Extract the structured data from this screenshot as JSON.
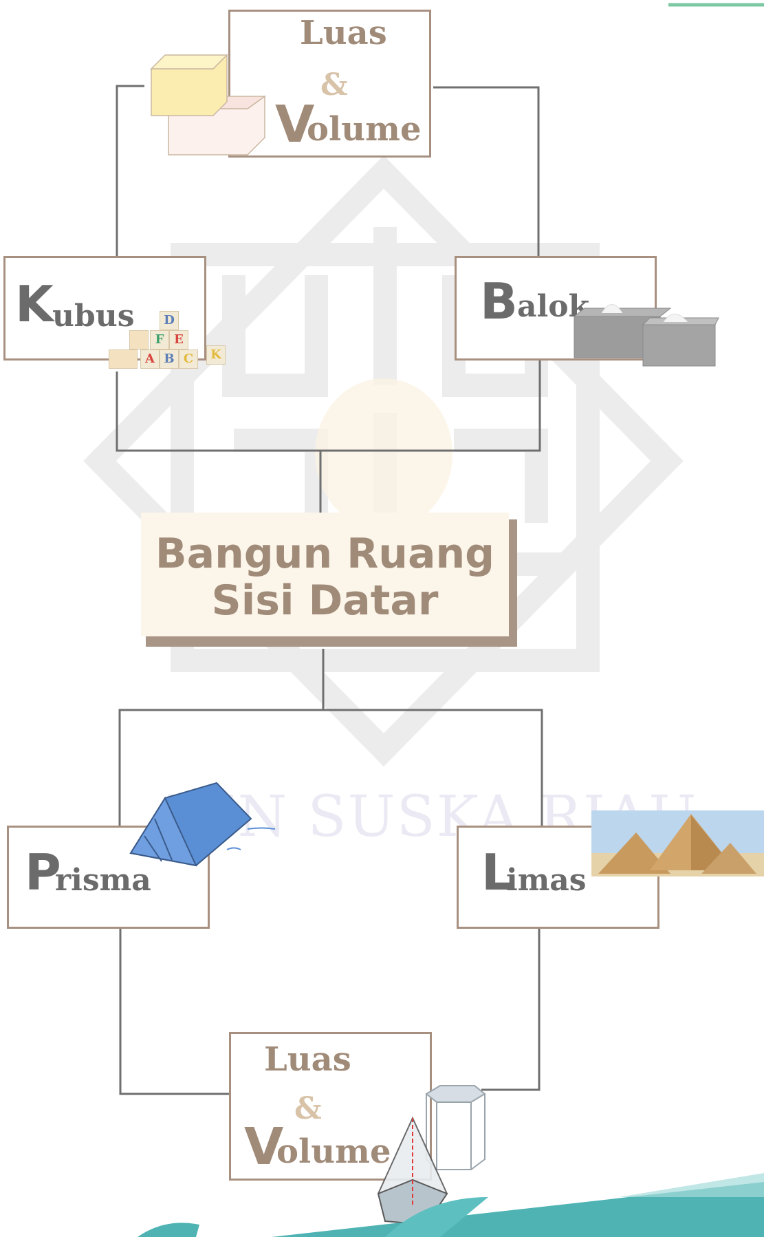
{
  "watermark": {
    "text": "UIN SUSKA RIAU"
  },
  "center": {
    "line1": "Bangun Ruang",
    "line2": "Sisi Datar"
  },
  "top_box": {
    "word1": "Luas",
    "amp": "&",
    "word2_initial": "V",
    "word2_rest": "olume"
  },
  "bottom_box": {
    "word1": "Luas",
    "amp": "&",
    "word2_initial": "V",
    "word2_rest": "olume"
  },
  "kubus": {
    "initial": "K",
    "rest": "ubus"
  },
  "balok": {
    "initial": "B",
    "rest": "alok"
  },
  "prisma": {
    "initial": "P",
    "rest": "risma"
  },
  "limas": {
    "initial": "L",
    "rest": "imas"
  },
  "blocks": {
    "l1": "D",
    "l2": "F",
    "l3": "E",
    "l4": "A",
    "l5": "B",
    "l6": "C",
    "l7": "K"
  },
  "colors": {
    "border": "#a89080",
    "line": "#6f6f6f",
    "teal": "#5dbfbf",
    "green": "#7cc8a4"
  }
}
